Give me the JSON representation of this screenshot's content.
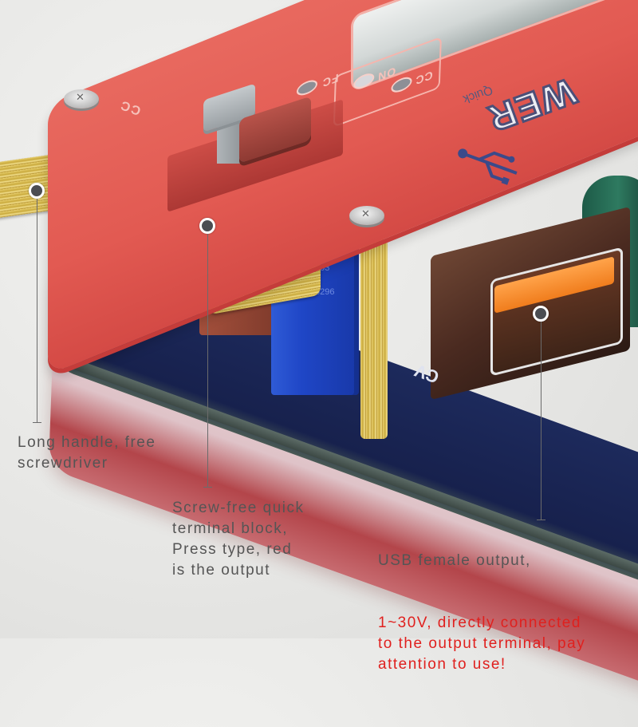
{
  "product": {
    "logo_text": "WER",
    "logo_subtext": "Quick",
    "mode_labels": [
      "FC",
      "ON",
      "CC"
    ],
    "silkscreen_cc": "CC",
    "board_label": "CV"
  },
  "callouts": [
    {
      "id": "screwdriver",
      "caption": "Long handle, free\nscrewdriver",
      "caption_color": "#555555"
    },
    {
      "id": "terminal",
      "caption": "Screw-free quick\nterminal block,\nPress type, red\nis the output",
      "caption_color": "#555555"
    },
    {
      "id": "usb",
      "caption_line1": "USB female output,",
      "caption_warning": "1~30V, directly connected\nto the output terminal, pay\nattention to use!",
      "caption_color": "#555555",
      "warning_color": "#e0201e"
    }
  ],
  "colors": {
    "acrylic_red": "#e25a52",
    "pcb_blue": "#17214d",
    "pot_blue": "#1f46c6",
    "brass": "#d4b04a",
    "usb_orange": "#f58a2a",
    "capacitor_green": "#2e7a60"
  }
}
